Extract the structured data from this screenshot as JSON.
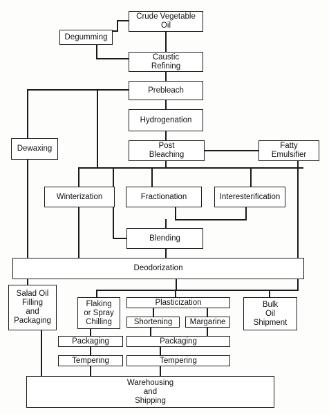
{
  "nodes": {
    "crude": "Crude Vegetable\nOil",
    "degumming": "Degumming",
    "caustic": "Caustic\nRefining",
    "prebleach": "Prebleach",
    "hydrogenation": "Hydrogenation",
    "dewaxing": "Dewaxing",
    "postbleach": "Post\nBleaching",
    "fatty": "Fatty\nEmulsifier",
    "winterization": "Winterization",
    "fractionation": "Fractionation",
    "interesterification": "Interesterification",
    "blending": "Blending",
    "deodorization": "Deodorization",
    "salad": "Salad Oil\nFilling\nand\nPackaging",
    "flaking": "Flaking\nor Spray\nChilling",
    "plasticization": "Plasticization",
    "shortening": "Shortening",
    "margarine": "Margarine",
    "bulk": "Bulk\nOil\nShipment",
    "packaging1": "Packaging",
    "packaging2": "Packaging",
    "tempering1": "Tempering",
    "tempering2": "Tempering",
    "warehousing": "Warehousing\nand\nShipping"
  }
}
